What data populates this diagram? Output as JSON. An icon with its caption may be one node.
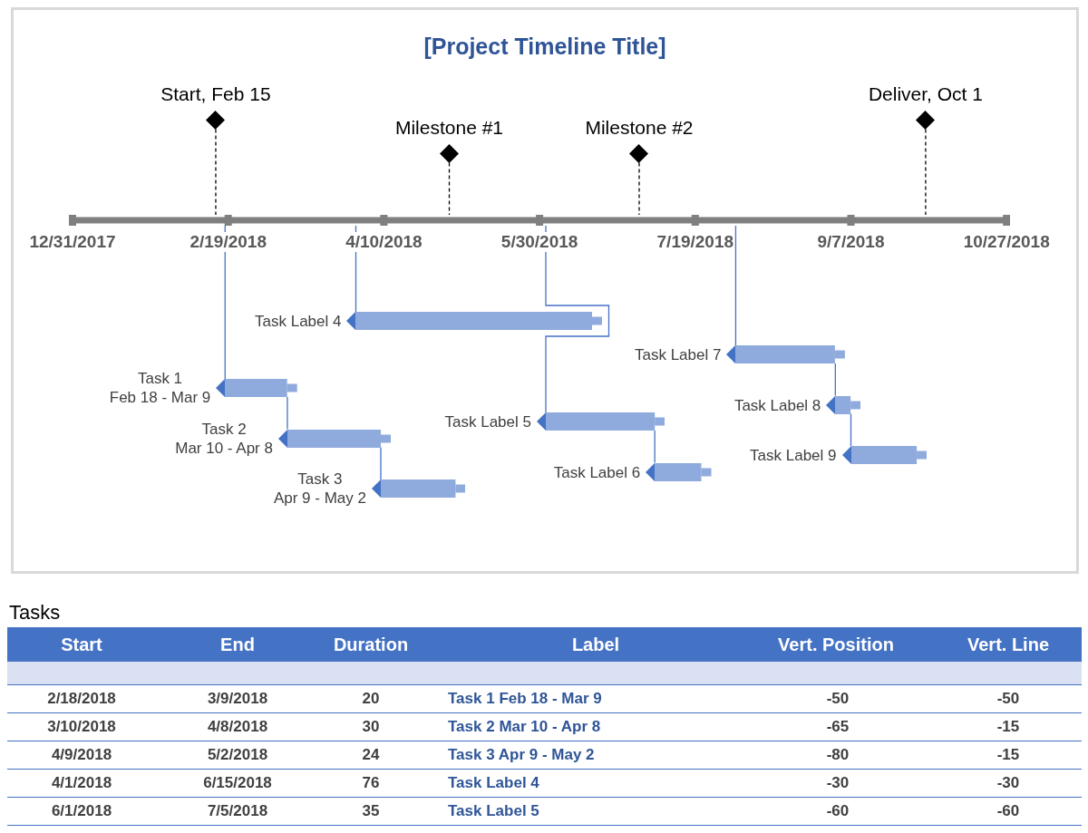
{
  "diagram": {
    "title": "[Project Timeline Title]",
    "nodes": [
      {
        "text": [],
        "shape": "diamond",
        "beside": [
          "Start, Feb 15"
        ]
      },
      {
        "text": [],
        "shape": "diamond",
        "beside": [
          "Milestone #1"
        ]
      },
      {
        "text": [],
        "shape": "diamond",
        "beside": [
          "Milestone #2"
        ]
      },
      {
        "text": [],
        "shape": "diamond",
        "beside": [
          "Deliver, Oct 1"
        ]
      },
      {
        "text": [],
        "shape": "line",
        "beside": [
          "12/31/2017",
          "2/19/2018",
          "4/10/2018",
          "5/30/2018",
          "7/19/2018",
          "9/7/2018",
          "10/27/2018"
        ]
      },
      {
        "text": [],
        "shape": "bar",
        "beside": [
          "Task 1",
          "Feb 18 - Mar 9"
        ]
      },
      {
        "text": [],
        "shape": "bar",
        "beside": [
          "Task 2",
          "Mar 10 - Apr 8"
        ]
      },
      {
        "text": [],
        "shape": "bar",
        "beside": [
          "Task 3",
          "Apr 9 - May 2"
        ]
      },
      {
        "text": [],
        "shape": "bar",
        "beside": [
          "Task Label 4"
        ]
      },
      {
        "text": [],
        "shape": "bar",
        "beside": [
          "Task Label 5"
        ]
      },
      {
        "text": [],
        "shape": "bar",
        "beside": [
          "Task Label 6"
        ]
      },
      {
        "text": [],
        "shape": "bar",
        "beside": [
          "Task Label 7"
        ]
      },
      {
        "text": [],
        "shape": "bar",
        "beside": [
          "Task Label 8"
        ]
      },
      {
        "text": [],
        "shape": "bar",
        "beside": [
          "Task Label 9"
        ]
      }
    ],
    "edges": [
      {
        "from": 0,
        "to": 4,
        "arrow": "none",
        "style": "dashed",
        "color": "#000000"
      },
      {
        "from": 1,
        "to": 4,
        "arrow": "none",
        "style": "dashed",
        "color": "#000000"
      },
      {
        "from": 2,
        "to": 4,
        "arrow": "none",
        "style": "dashed",
        "color": "#000000"
      },
      {
        "from": 3,
        "to": 4,
        "arrow": "none",
        "style": "dashed",
        "color": "#000000"
      },
      {
        "from": 4,
        "to": 5,
        "arrow": "none"
      },
      {
        "from": 5,
        "to": 6,
        "arrow": "none"
      },
      {
        "from": 6,
        "to": 7,
        "arrow": "none"
      },
      {
        "from": 4,
        "to": 8,
        "arrow": "none"
      },
      {
        "from": 4,
        "to": 9,
        "arrow": "none"
      },
      {
        "from": 9,
        "to": 10,
        "arrow": "none"
      },
      {
        "from": 4,
        "to": 11,
        "arrow": "none"
      },
      {
        "from": 11,
        "to": 12,
        "arrow": "none"
      },
      {
        "from": 12,
        "to": 13,
        "arrow": "none"
      }
    ],
    "labels": [
      "Tasks",
      "Start",
      "End",
      "Duration",
      "Label",
      "Vert. Position",
      "Vert. Line",
      "2/18/2018",
      "3/9/2018",
      "20",
      "Task 1 Feb 18 - Mar 9",
      "-50",
      "-50",
      "3/10/2018",
      "4/8/2018",
      "30",
      "Task 2 Mar 10 - Apr 8",
      "-65",
      "-15",
      "4/9/2018",
      "5/2/2018",
      "24",
      "Task 3 Apr 9 - May 2",
      "-80",
      "-15",
      "4/1/2018",
      "6/15/2018",
      "76",
      "Task Label 4",
      "-30",
      "-30",
      "6/1/2018",
      "7/5/2018",
      "35",
      "Task Label 5",
      "-60",
      "-60"
    ]
  }
}
